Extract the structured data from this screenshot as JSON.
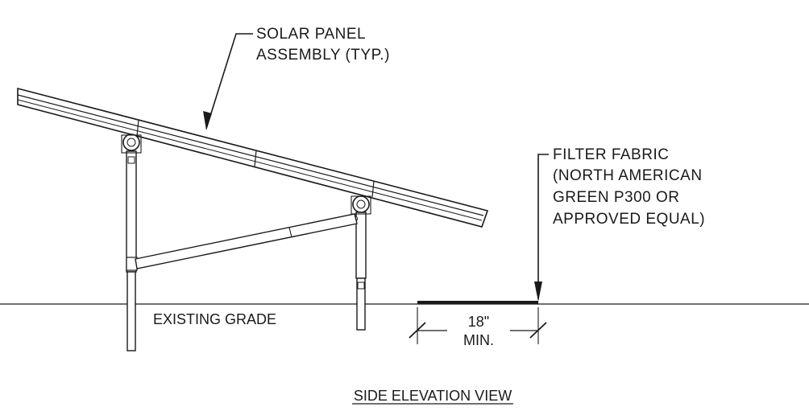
{
  "labels": {
    "solar_panel_line1": "SOLAR PANEL",
    "solar_panel_line2": "ASSEMBLY (TYP.)",
    "filter_fabric_line1": "FILTER FABRIC",
    "filter_fabric_line2": "(NORTH AMERICAN",
    "filter_fabric_line3": "GREEN P300 OR",
    "filter_fabric_line4": "APPROVED EQUAL)",
    "existing_grade": "EXISTING GRADE",
    "dimension_value": "18\"",
    "dimension_note": "MIN.",
    "view_title": "SIDE ELEVATION VIEW"
  },
  "colors": {
    "ink": "#1a1a1a",
    "background": "#ffffff"
  }
}
